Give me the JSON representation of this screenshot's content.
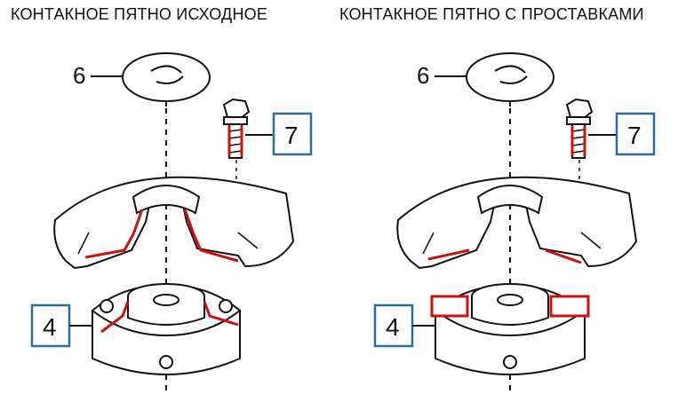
{
  "titles": {
    "left": "КОНТАКНОЕ ПЯТНО ИСХОДНОЕ",
    "right": "КОНТАКНОЕ ПЯТНО С ПРОСТАВКАМИ"
  },
  "callouts": {
    "cap": "6",
    "bolt": "7",
    "mount": "4"
  },
  "colors": {
    "line": "#111111",
    "contact_highlight": "#cc1111",
    "callout_box": "#2a6f9e",
    "background": "#ffffff"
  }
}
